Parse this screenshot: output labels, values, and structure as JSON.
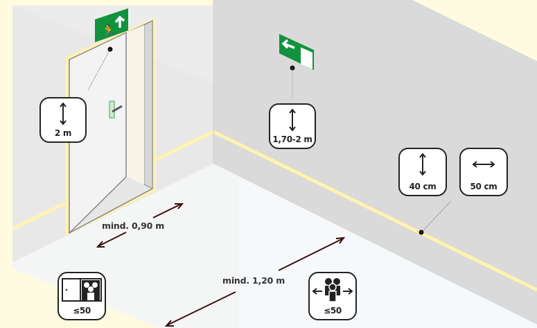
{
  "door_height": {
    "label": "2 m",
    "icon": "vertical-arrow-icon"
  },
  "sign_height": {
    "label": "1,70-2 m",
    "icon": "vertical-arrow-icon"
  },
  "guidance_height": {
    "label": "40 cm",
    "icon": "vertical-arrow-icon"
  },
  "guidance_spacing": {
    "label": "50 cm",
    "icon": "horizontal-arrow-icon"
  },
  "door_width": {
    "label": "mind. 0,90 m"
  },
  "corridor_width": {
    "label": "mind. 1,20 m"
  },
  "room_occupancy": {
    "label": "≤50",
    "icon": "door-people-icon"
  },
  "corridor_occupancy": {
    "label": "≤50",
    "icon": "people-spread-icon"
  },
  "colors": {
    "sign_green": "#13923d",
    "glow_yellow": "#fff3b0",
    "left_wall": "#e8e8e8",
    "right_wall": "#dadada",
    "floor": "#f4f5f5",
    "arrow": "#3a0f0f"
  }
}
